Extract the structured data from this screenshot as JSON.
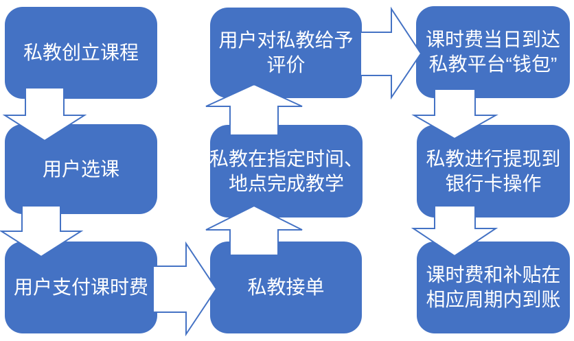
{
  "colors": {
    "background": "#FFFFFF",
    "box_fill": "#4472C4",
    "box_text": "#FFFFFF",
    "arrow_fill": "#FFFFFF",
    "arrow_stroke": "#4472C4"
  },
  "flowchart": {
    "boxes": [
      {
        "id": "coach-create-course",
        "lines": [
          "私教创立课程"
        ]
      },
      {
        "id": "user-select-course",
        "lines": [
          "用户选课"
        ]
      },
      {
        "id": "user-pay-lesson-fee",
        "lines": [
          "用户支付课时费"
        ]
      },
      {
        "id": "user-rate-coach",
        "lines": [
          "用户对私教给予",
          "评价"
        ]
      },
      {
        "id": "coach-complete-teaching",
        "lines": [
          "私教在指定时间、",
          "地点完成教学"
        ]
      },
      {
        "id": "coach-accept-order",
        "lines": [
          "私教接单"
        ]
      },
      {
        "id": "fee-arrives-platform-wallet",
        "lines": [
          "课时费当日到达",
          "私教平台“钱包”"
        ]
      },
      {
        "id": "coach-withdraw-to-bank-card",
        "lines": [
          "私教进行提现到",
          "银行卡操作"
        ]
      },
      {
        "id": "fee-and-subsidy-arrive",
        "lines": [
          "课时费和补贴在",
          "相应周期内到账"
        ]
      }
    ],
    "connections": [
      {
        "from": "私教创立课程",
        "to": "用户选课",
        "direction": "down"
      },
      {
        "from": "用户选课",
        "to": "用户支付课时费",
        "direction": "down"
      },
      {
        "from": "用户支付课时费",
        "to": "私教接单",
        "direction": "right"
      },
      {
        "from": "私教接单",
        "to": "私教在指定时间、地点完成教学",
        "direction": "up"
      },
      {
        "from": "私教在指定时间、地点完成教学",
        "to": "用户对私教给予评价",
        "direction": "up"
      },
      {
        "from": "用户对私教给予评价",
        "to": "课时费当日到达私教平台“钱包”",
        "direction": "right"
      },
      {
        "from": "课时费当日到达私教平台“钱包”",
        "to": "私教进行提现到银行卡操作",
        "direction": "down"
      },
      {
        "from": "私教进行提现到银行卡操作",
        "to": "课时费和补贴在相应周期内到账",
        "direction": "down"
      }
    ]
  }
}
